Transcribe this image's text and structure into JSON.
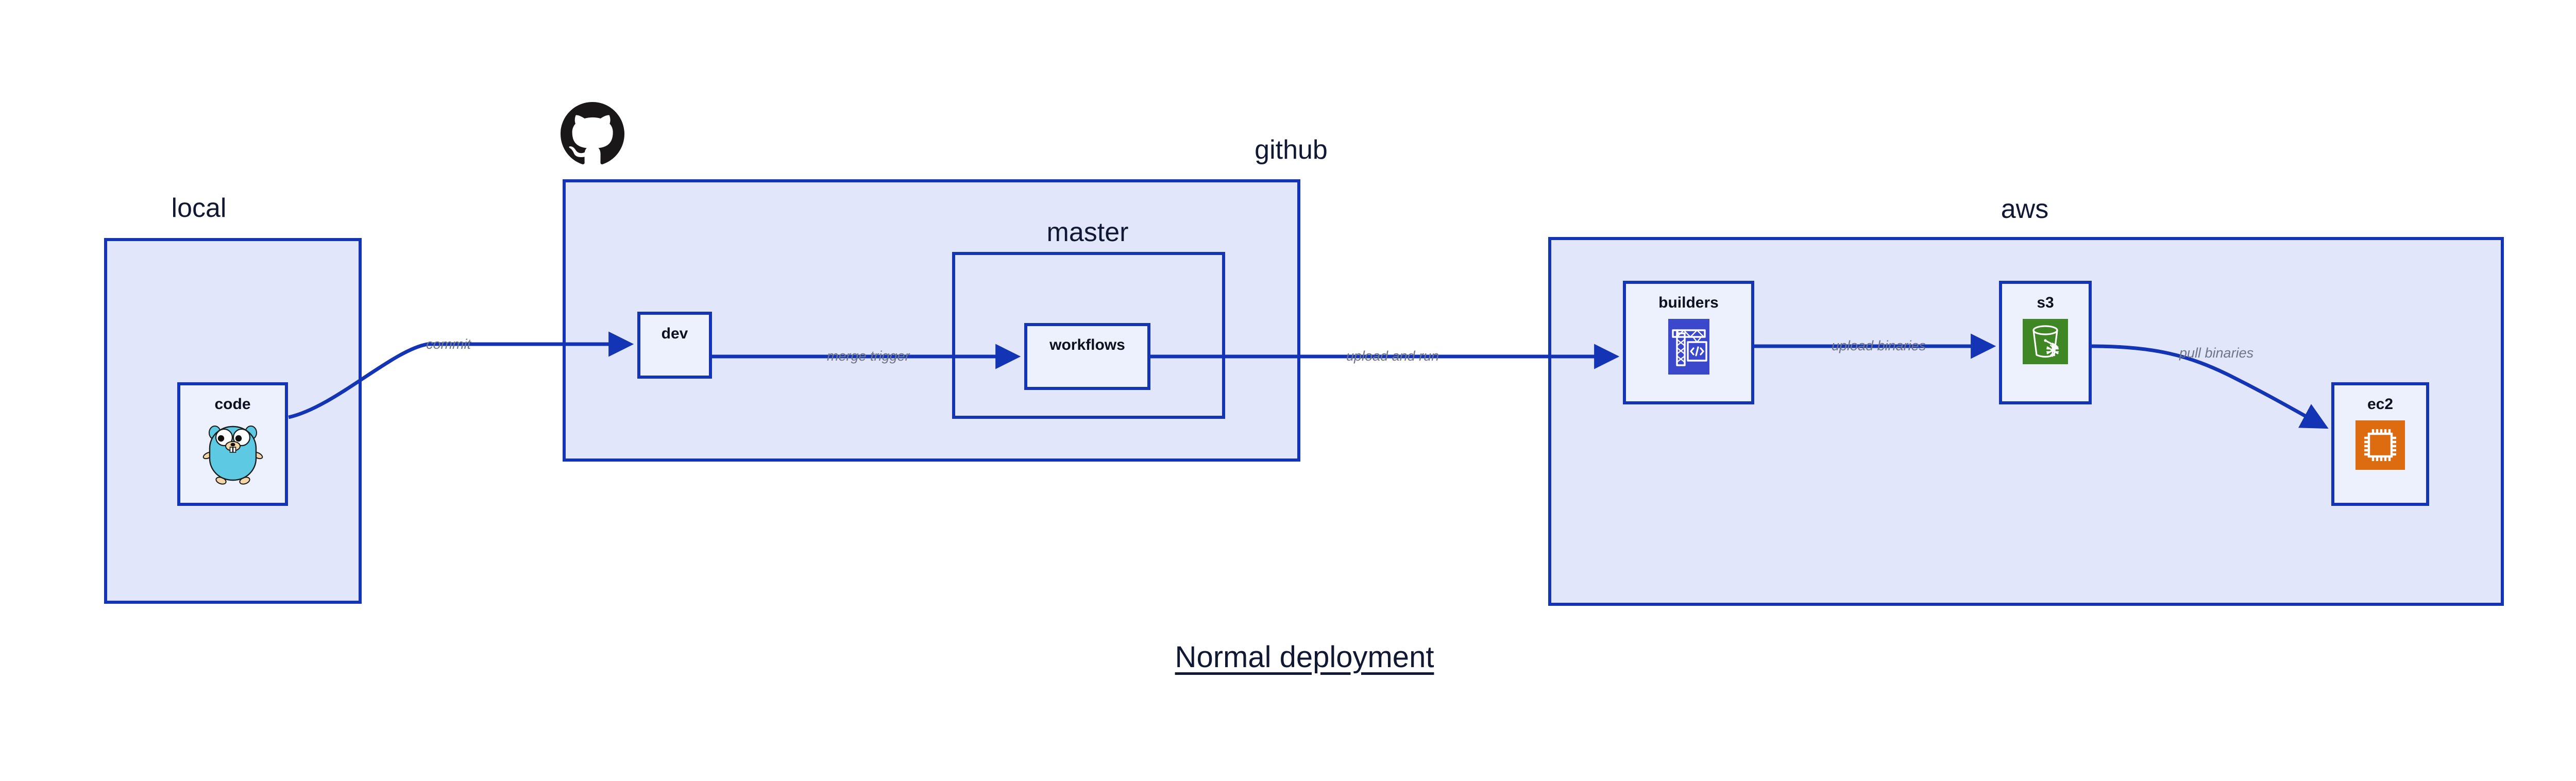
{
  "diagram": {
    "title": "Normal deployment",
    "background_color": "#ffffff",
    "border_color": "#1234b5",
    "group_fill_color": "#e1e6fa",
    "node_fill_color": "#edf1fd",
    "label_text_color": "#111833",
    "edge_label_color": "#6e7588"
  },
  "groups": [
    {
      "id": "local",
      "label": "local"
    },
    {
      "id": "github",
      "label": "github"
    },
    {
      "id": "master",
      "label": "master"
    },
    {
      "id": "aws",
      "label": "aws"
    }
  ],
  "nodes": [
    {
      "id": "code",
      "label": "code",
      "icon": "go-gopher-icon",
      "icon_color": "#5dc9e2"
    },
    {
      "id": "dev",
      "label": "dev",
      "icon": "none",
      "icon_color": ""
    },
    {
      "id": "workflows",
      "label": "workflows",
      "icon": "none",
      "icon_color": ""
    },
    {
      "id": "builders",
      "label": "builders",
      "icon": "aws-codebuild-icon",
      "icon_color": "#3b48cc"
    },
    {
      "id": "s3",
      "label": "s3",
      "icon": "aws-s3-glacier-icon",
      "icon_color": "#3f8624"
    },
    {
      "id": "ec2",
      "label": "ec2",
      "icon": "aws-ec2-icon",
      "icon_color": "#dd6b10"
    }
  ],
  "edges": [
    {
      "id": "commit",
      "label": "commit",
      "from": "code",
      "to": "dev"
    },
    {
      "id": "merge-trigger",
      "label": "merge trigger",
      "from": "dev",
      "to": "workflows"
    },
    {
      "id": "upload-and-run",
      "label": "upload and run",
      "from": "workflows",
      "to": "builders"
    },
    {
      "id": "upload-binaries",
      "label": "upload binaries",
      "from": "builders",
      "to": "s3"
    },
    {
      "id": "pull-binaries",
      "label": "pull binaries",
      "from": "s3",
      "to": "ec2"
    }
  ],
  "logos": [
    {
      "id": "github-logo",
      "label": "github-octocat-logo",
      "color": "#191717"
    }
  ]
}
